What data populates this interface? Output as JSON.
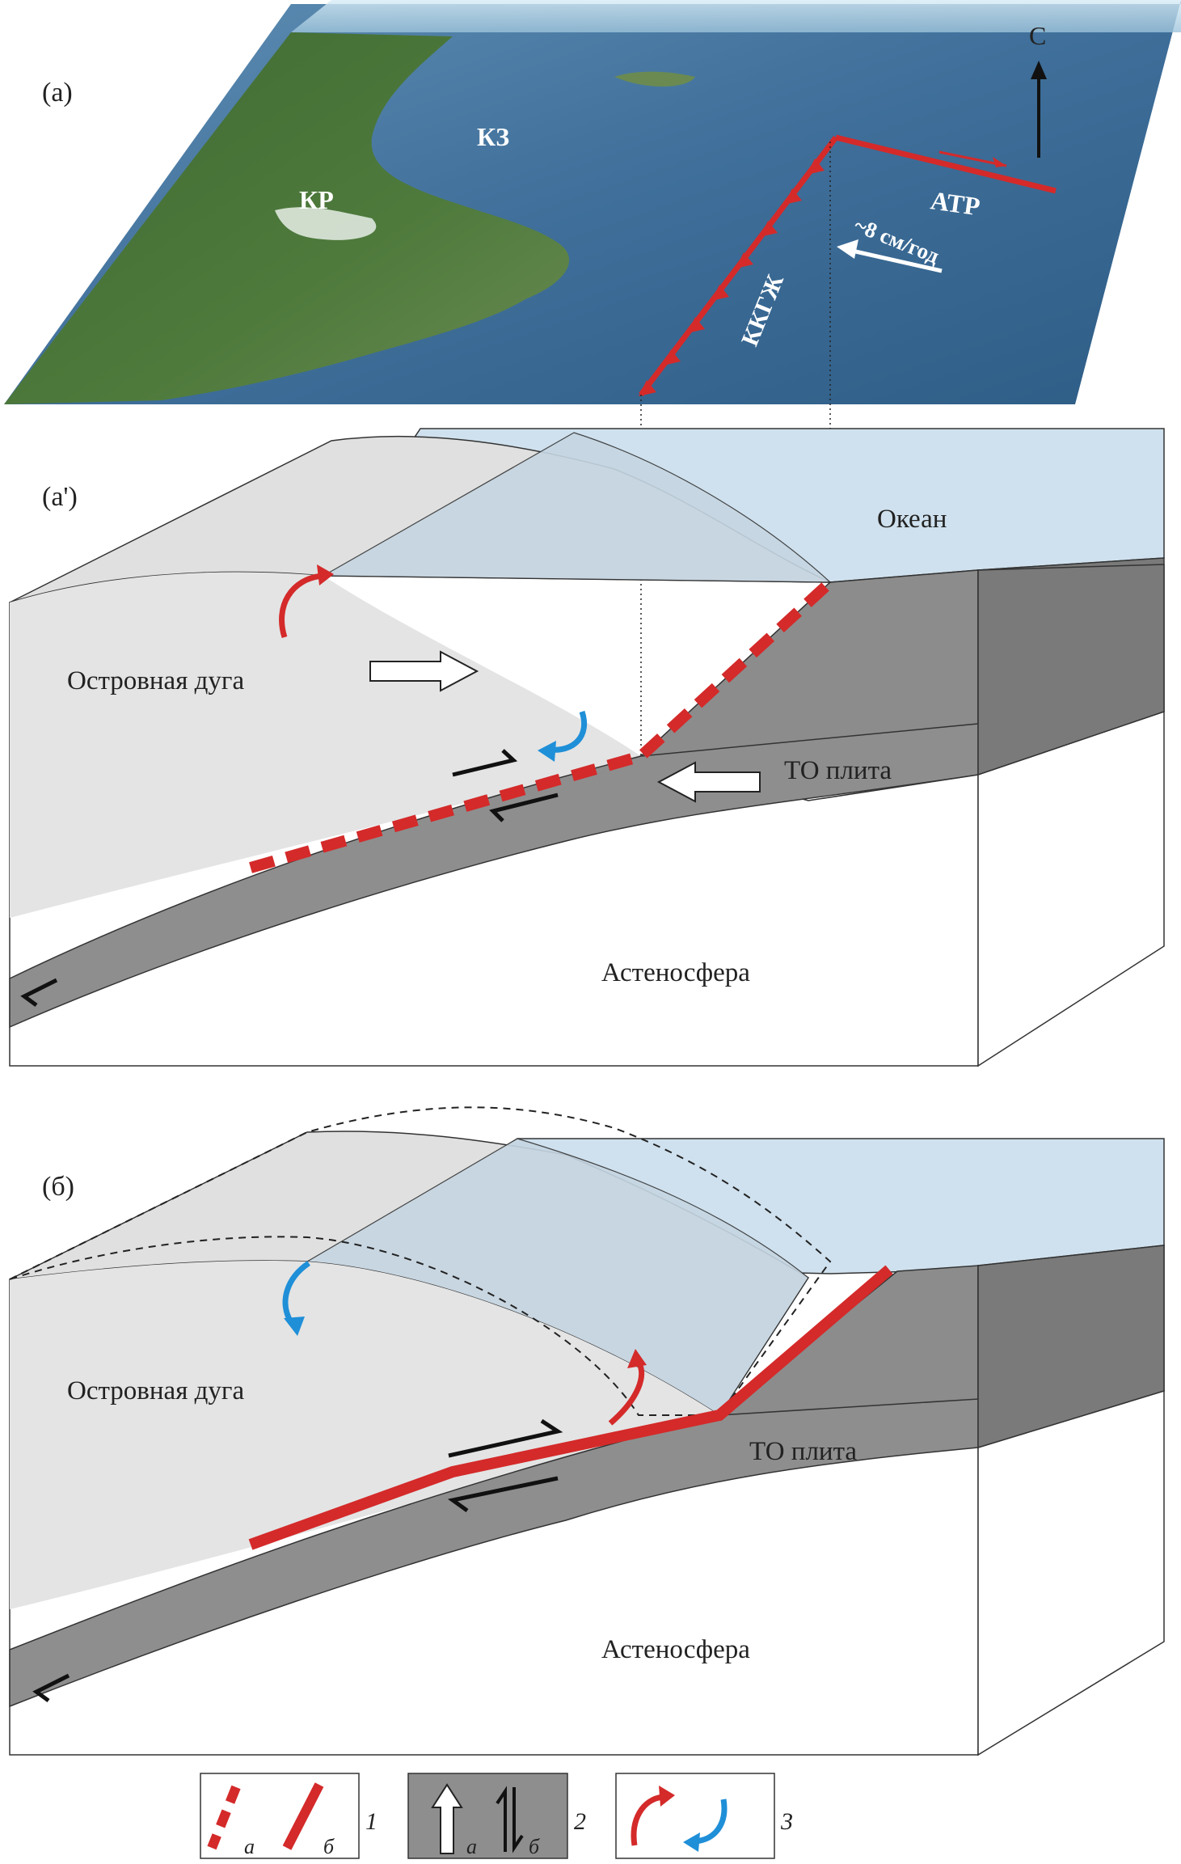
{
  "panel_a": {
    "label": "(a)",
    "region_kr": "КР",
    "region_kz": "КЗ",
    "trench": "ККГЖ",
    "transform": "АТР",
    "rate": "~8 см/год",
    "north": "С"
  },
  "panel_a_prime": {
    "label": "(a')",
    "ocean": "Океан",
    "arc": "Островная дуга",
    "plate": "ТО плита",
    "asthenosphere": "Астеносфера"
  },
  "panel_b": {
    "label": "(б)",
    "arc": "Островная дуга",
    "plate": "ТО плита",
    "asthenosphere": "Астеносфера"
  },
  "legend": {
    "item1_a": "а",
    "item1_b": "б",
    "item1_num": "1",
    "item2_a": "а",
    "item2_b": "б",
    "item2_num": "2",
    "item3_num": "3"
  },
  "colors": {
    "fault": "#d42a2a",
    "blue_arrow": "#1f8fd8",
    "plate": "#8e8e8e",
    "plate_side": "#7a7a7a",
    "arc": "#e4e4e4",
    "ocean": "#cfe1ee"
  }
}
